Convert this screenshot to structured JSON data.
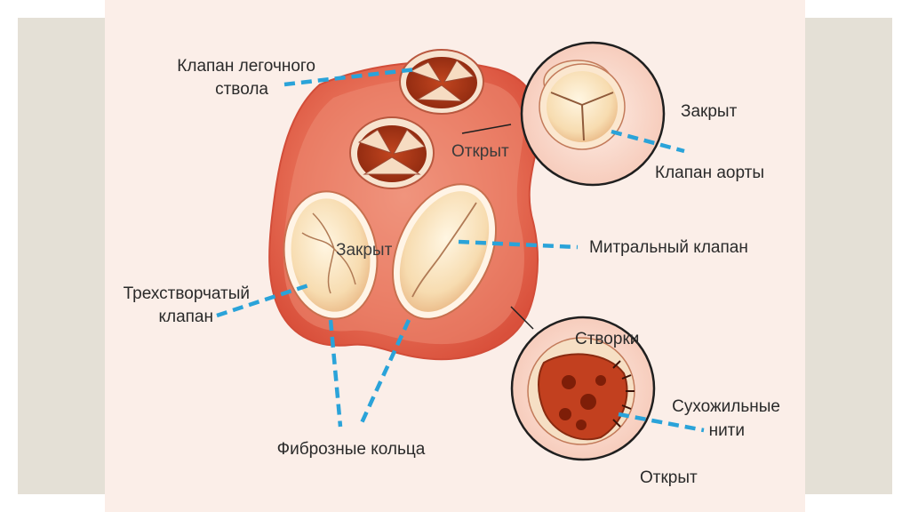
{
  "labels": {
    "pulmonary_valve_line1": "Клапан легочного",
    "pulmonary_valve_line2": "ствола",
    "open_top": "Открыт",
    "closed_top": "Закрыт",
    "aortic_valve": "Клапан аорты",
    "mitral_valve": "Митральный клапан",
    "closed_center": "Закрыт",
    "tricuspid_line1": "Трехстворчатый",
    "tricuspid_line2": "клапан",
    "leaflets": "Створки",
    "chordae_line1": "Сухожильные",
    "chordae_line2": "нити",
    "open_bottom": "Открыт",
    "fibrous_rings": "Фиброзные кольца"
  },
  "colors": {
    "background_band": "#e4e0d6",
    "canvas": "#fbeee8",
    "leader_lines": "#2aa3d9",
    "heart_tissue": "#e8705c"
  }
}
